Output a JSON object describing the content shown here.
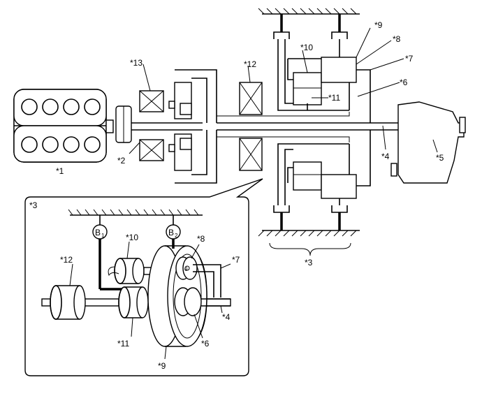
{
  "labels": {
    "l1": "*1",
    "l2": "*2",
    "l3_top": "*3",
    "l3_inset": "*3",
    "l4_top": "*4",
    "l4_inset": "*4",
    "l5": "*5",
    "l6_top": "*6",
    "l6_inset": "*6",
    "l7_top": "*7",
    "l7_inset": "*7",
    "l8_top": "*8",
    "l8_inset": "*8",
    "l9_top": "*9",
    "l9_inset": "*9",
    "l10_top": "*10",
    "l10_inset": "*10",
    "l11_top": "*11",
    "l11_inset": "*11",
    "l12_top": "*12",
    "l12_inset": "*12",
    "l13": "*13",
    "brake1": "B",
    "brake1_sub": "1",
    "brake2": "B",
    "brake2_sub": "2",
    "hub_mark": "0"
  }
}
